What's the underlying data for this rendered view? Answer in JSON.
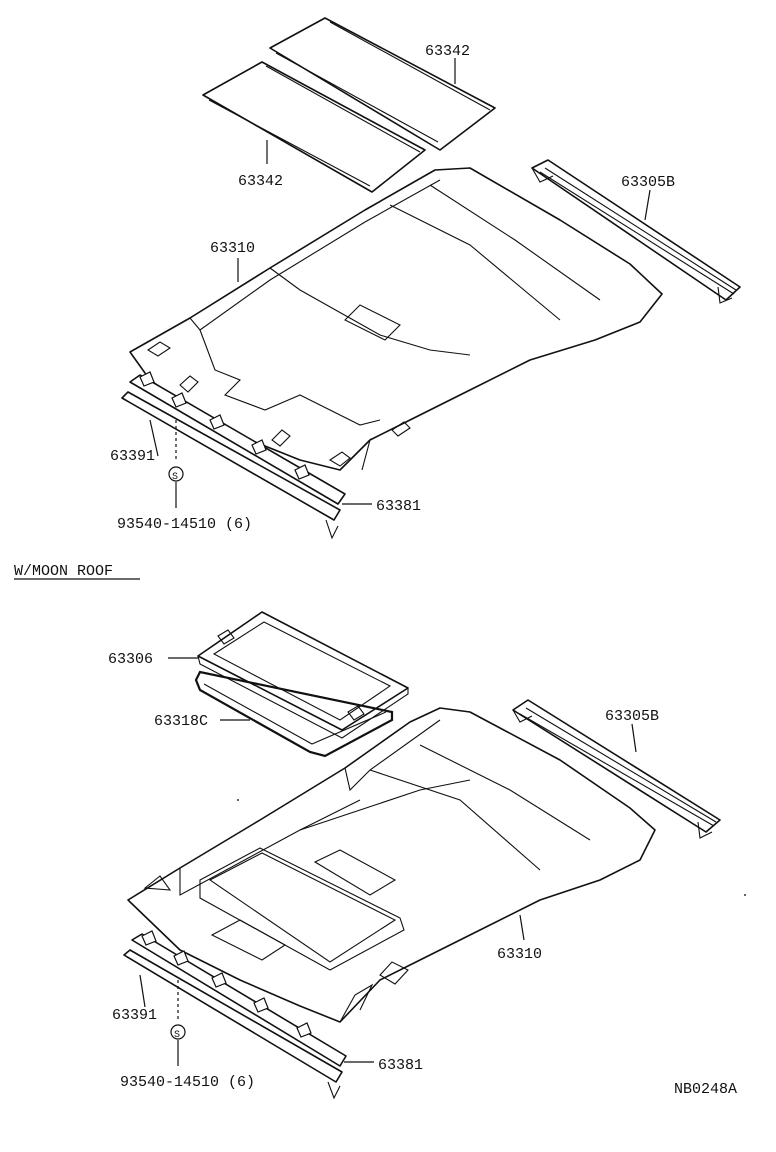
{
  "labels": {
    "upper": {
      "panel_rear": "63342",
      "panel_front": "63342",
      "rail": "63305B",
      "headlining": "63310",
      "visor_strip": "63391",
      "clip_part": "93540-14510 (6)",
      "retainer": "63381"
    },
    "section_title": "W/MOON ROOF",
    "lower": {
      "glass_frame": "63306",
      "seal": "63318C",
      "rail": "63305B",
      "headlining": "63310",
      "visor_strip": "63391",
      "clip_part": "93540-14510 (6)",
      "retainer": "63381"
    },
    "drawing_number": "NB0248A"
  },
  "icons": {
    "clip_marker": "clip-icon",
    "clip_glyph": "S"
  }
}
